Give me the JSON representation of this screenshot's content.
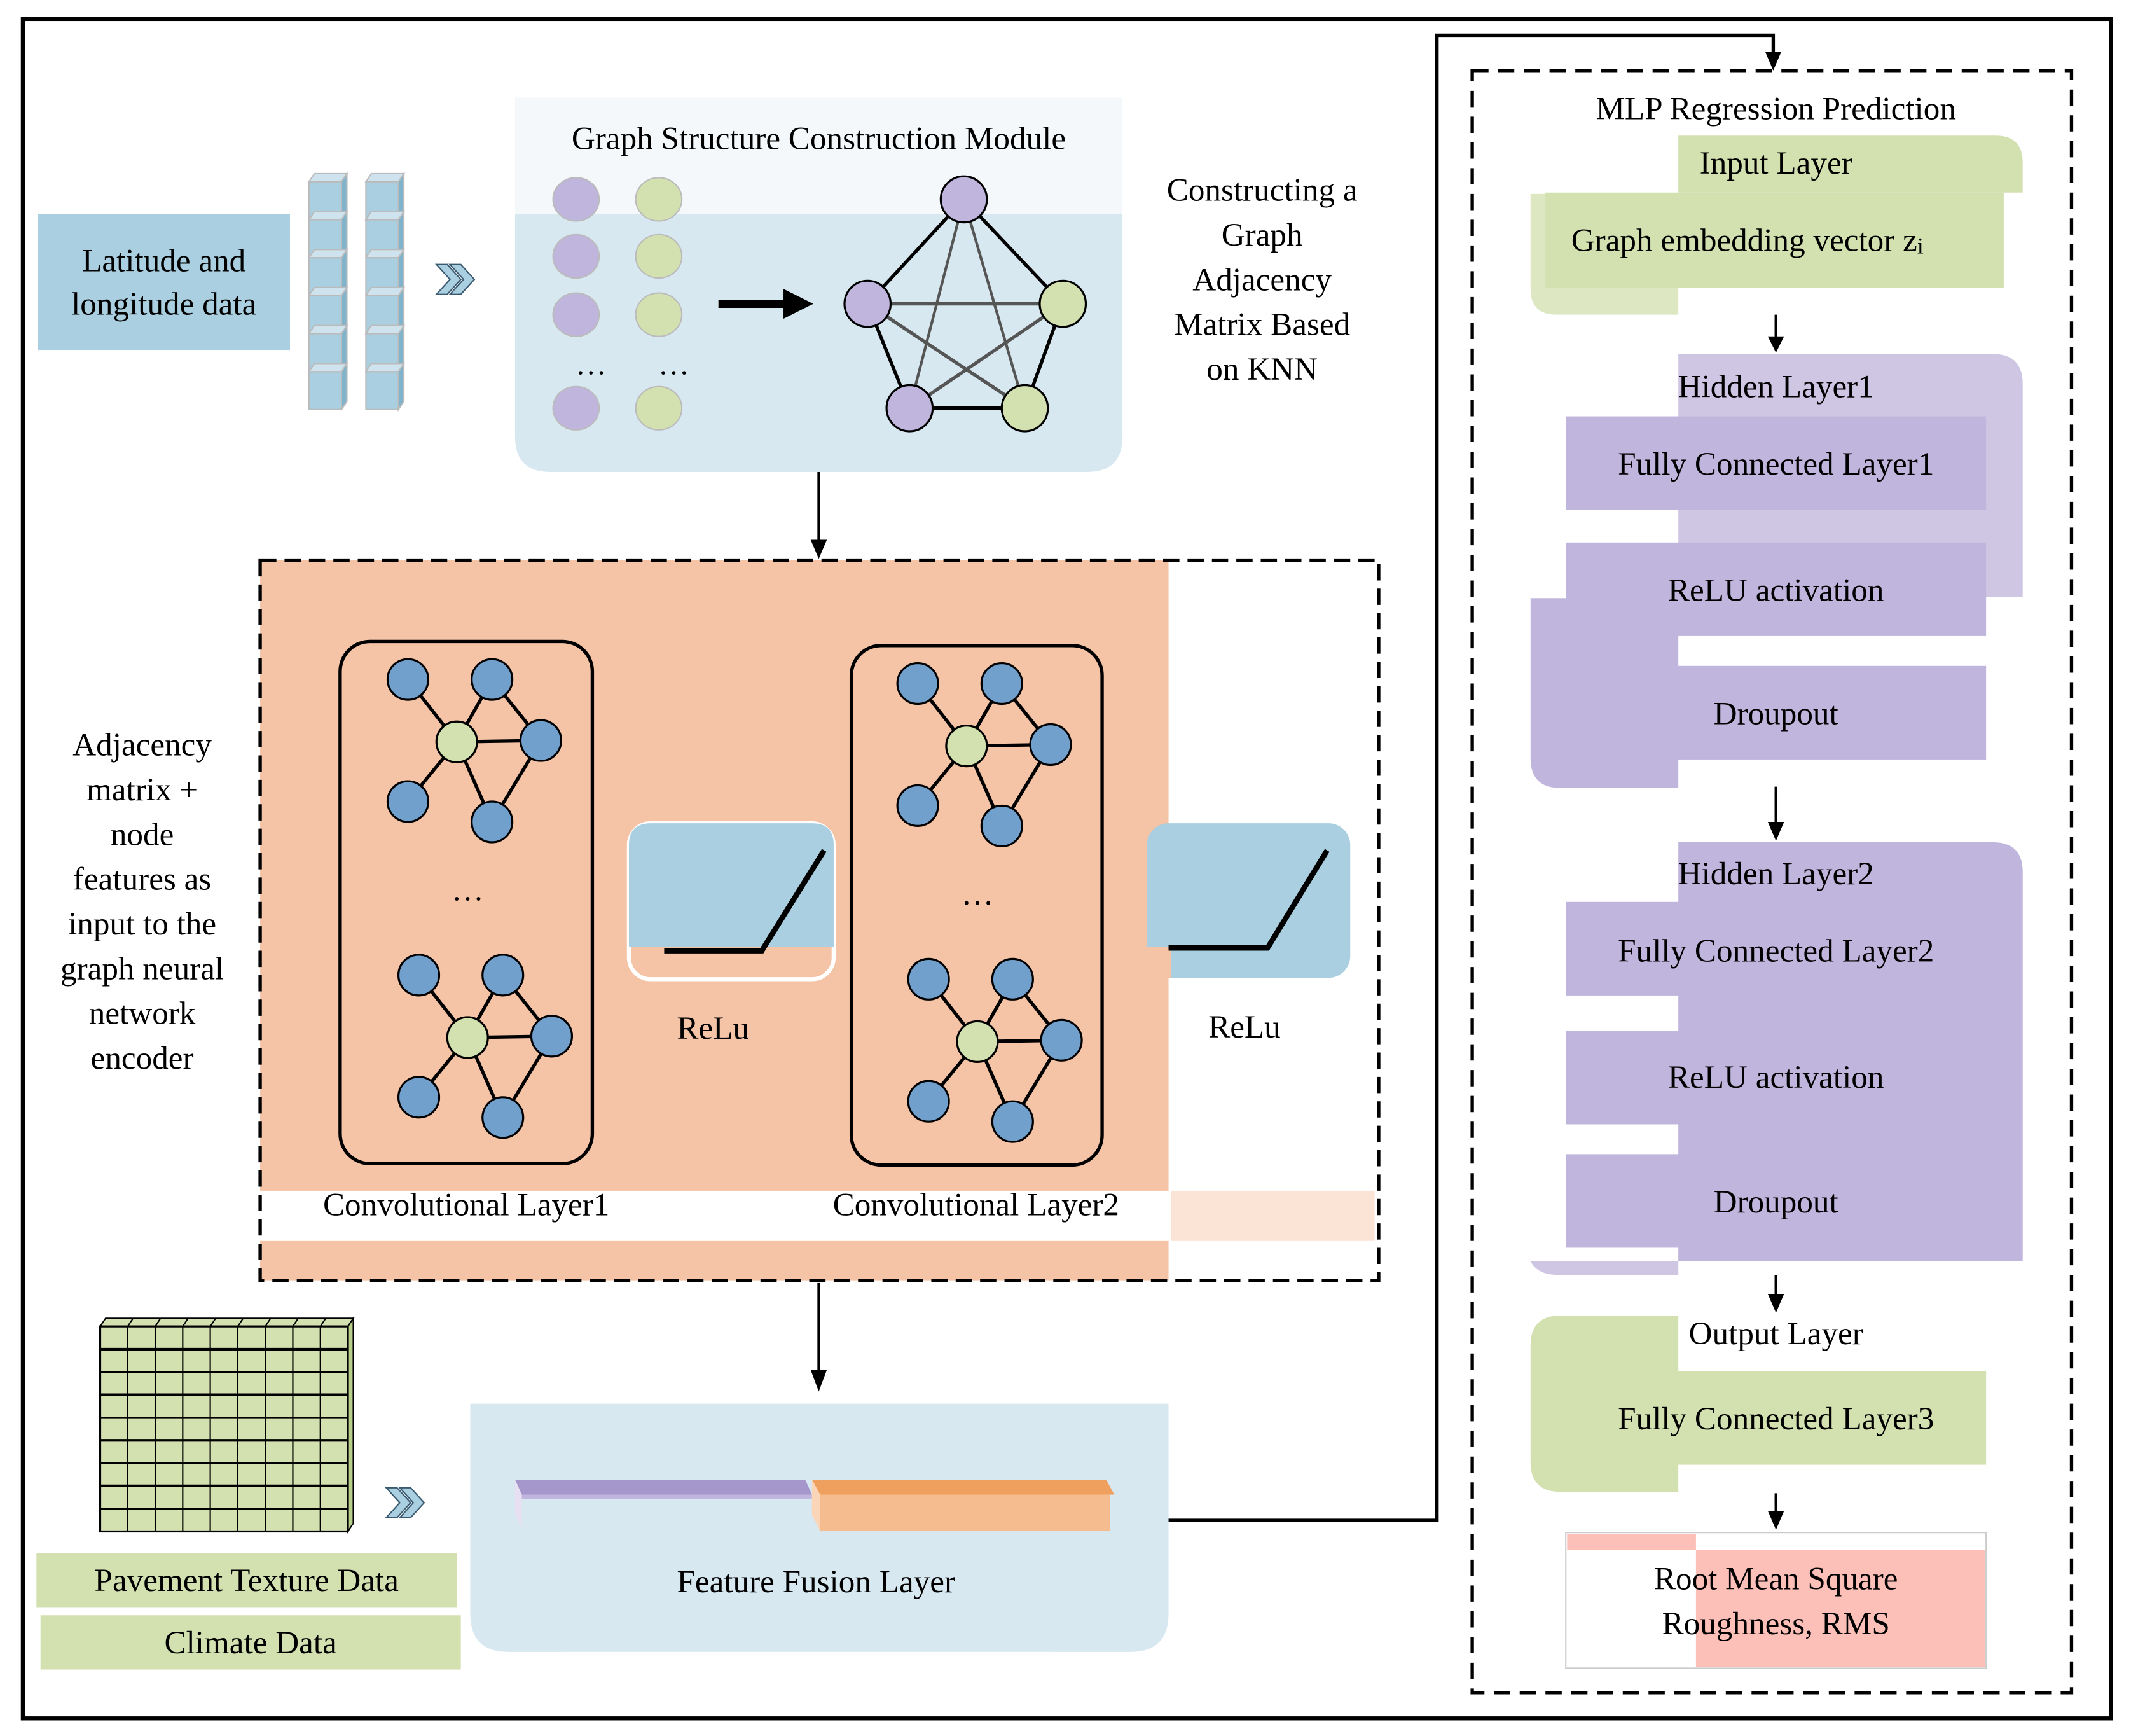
{
  "diagram": {
    "title": "GNN-MLP pavement roughness prediction framework",
    "inputs": {
      "lat_lon": [
        "Latitude and",
        "longitude data"
      ],
      "pavement_texture": "Pavement Texture Data",
      "climate": "Climate Data"
    },
    "graph_module": {
      "title": "Graph Structure Construction Module",
      "ellipsis": "…",
      "side_note": [
        "Constructing a",
        "Graph",
        "Adjacency",
        "Matrix Based",
        "on KNN"
      ]
    },
    "gnn_encoder": {
      "side_note": [
        "Adjacency",
        "matrix +",
        "node",
        "features as",
        "input to the",
        "graph neural",
        "network",
        "encoder"
      ],
      "conv1_label": "Convolutional Layer1",
      "conv2_label": "Convolutional Layer2",
      "relu1_label": "ReLu",
      "relu2_label": "ReLu",
      "ellipsis": "…"
    },
    "fusion": {
      "label": "Feature Fusion Layer"
    },
    "mlp": {
      "title": "MLP Regression Prediction",
      "input_layer": {
        "title": "Input Layer",
        "content": "Graph embedding vector z",
        "subscript": "i"
      },
      "hidden1": {
        "title": "Hidden Layer1",
        "items": [
          "Fully Connected Layer1",
          "ReLU activation",
          "Droupout"
        ]
      },
      "hidden2": {
        "title": "Hidden Layer2",
        "items": [
          "Fully Connected Layer2",
          "ReLU activation",
          "Droupout"
        ]
      },
      "output_layer": {
        "title": "Output Layer",
        "content": "Fully Connected Layer3"
      },
      "result": [
        "Root Mean Square",
        "Roughness, RMS"
      ]
    },
    "colors": {
      "light_blue": "#a9cfe0",
      "pale_blue": "#d8e8f1",
      "purple": "#c0b5dc",
      "green": "#d3e1b0",
      "salmon": "#f5c3a6",
      "node_blue": "#72a0cd",
      "pink": "#fcc0b8",
      "orange": "#f0a05e"
    }
  }
}
